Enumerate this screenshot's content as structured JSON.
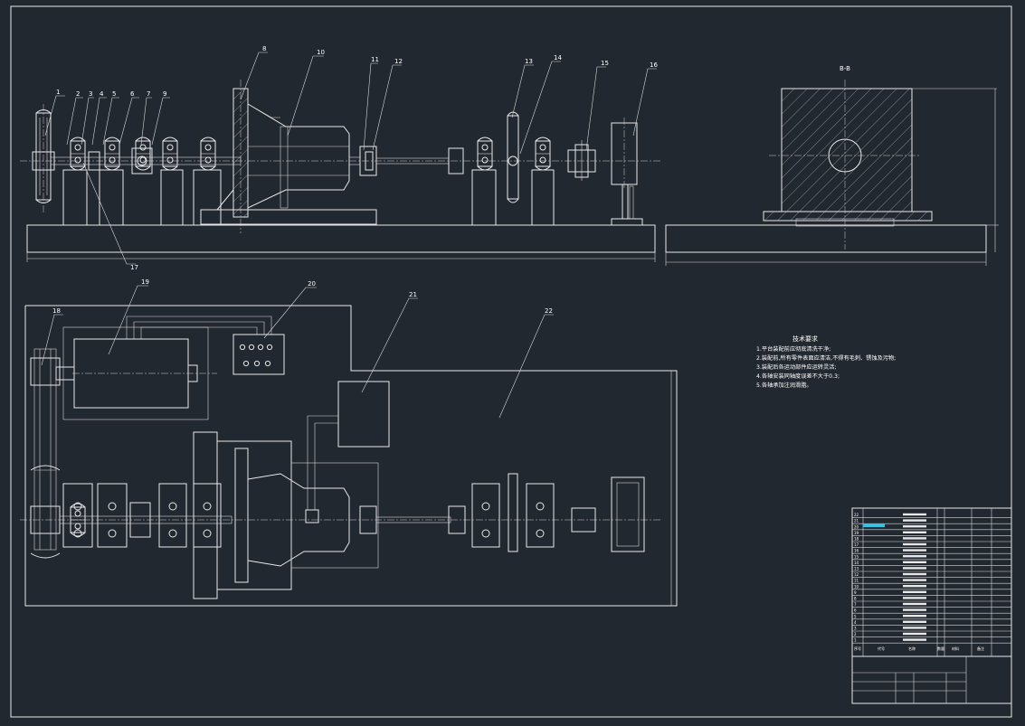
{
  "colors": {
    "background": "#222830",
    "lines": "#e8e8e8",
    "highlight": "#36c3e0"
  },
  "part_labels": [
    "1",
    "2",
    "3",
    "4",
    "5",
    "6",
    "7",
    "8",
    "9",
    "10",
    "11",
    "12",
    "13",
    "14",
    "15",
    "16",
    "17",
    "18",
    "19",
    "20",
    "21",
    "22"
  ],
  "section_label": "B-B",
  "tech_requirements": {
    "title": "技术要求",
    "items": [
      "1.平台装配前应彻底清洗干净;",
      "2.装配前,所有零件表面应清洁,不得有毛刺、锈蚀及污物;",
      "3.装配后各运动部件应运转灵活;",
      "4.各轴安装同轴度误差不大于0.3;",
      "5.各轴承加注润滑脂。"
    ]
  },
  "title_block": {
    "rows": [
      "22",
      "21",
      "20",
      "19",
      "18",
      "17",
      "16",
      "15",
      "14",
      "13",
      "12",
      "11",
      "10",
      "9",
      "8",
      "7",
      "6",
      "5",
      "4",
      "3",
      "2",
      "1"
    ],
    "header": [
      "序号",
      "代号",
      "名称",
      "数量",
      "材料",
      "备注"
    ]
  }
}
